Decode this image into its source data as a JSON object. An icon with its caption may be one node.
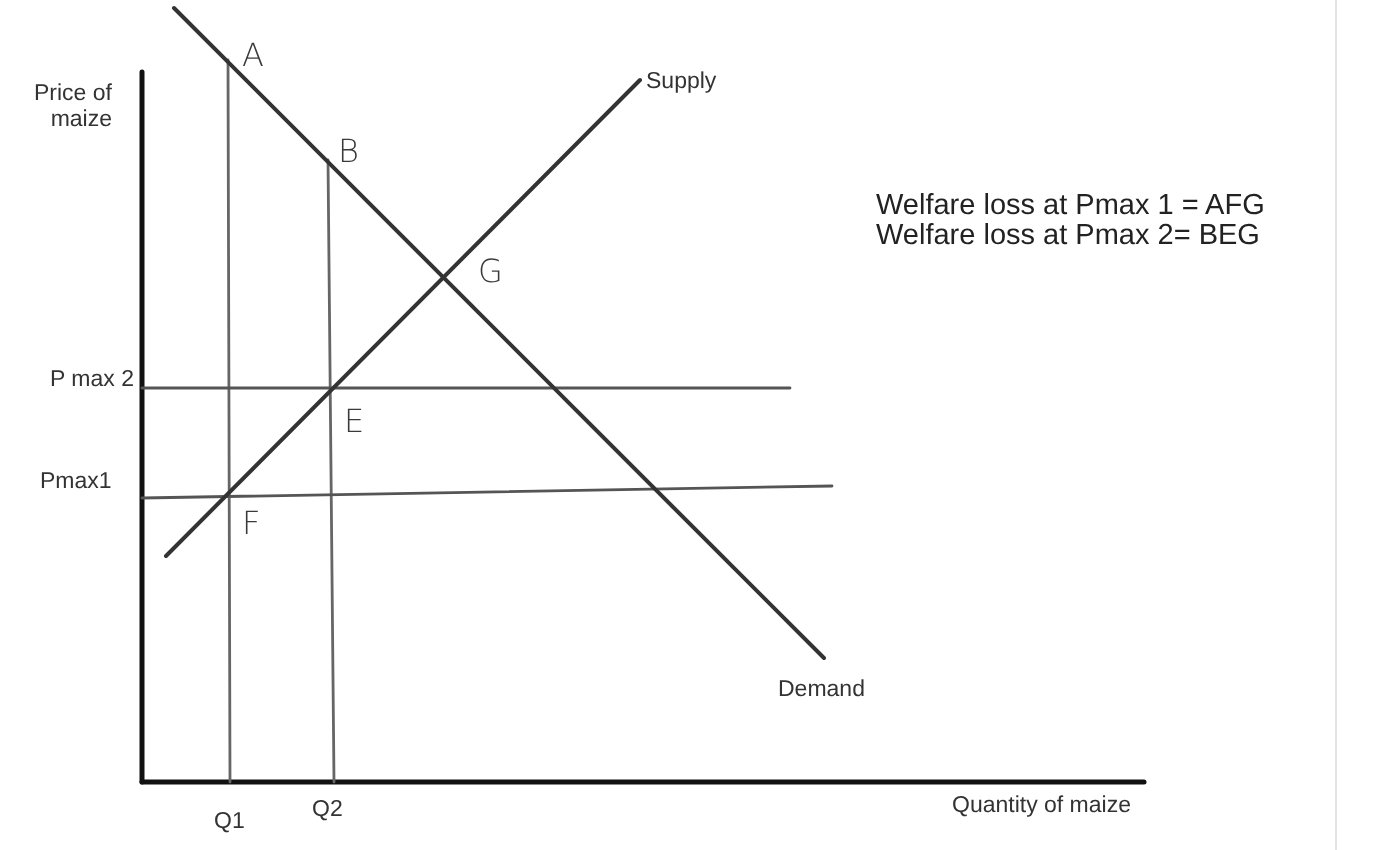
{
  "diagram": {
    "labels": [
      "A",
      "Price of maize",
      "Supply",
      "B",
      "Welfare loss at Pmax 1 = AFG",
      "Welfare loss at Pmax 2= BEG",
      "G",
      "P max 2",
      "E",
      "Pmax1",
      "F",
      "Demand",
      "Q1",
      "Q2",
      "Quantity of maize"
    ]
  }
}
